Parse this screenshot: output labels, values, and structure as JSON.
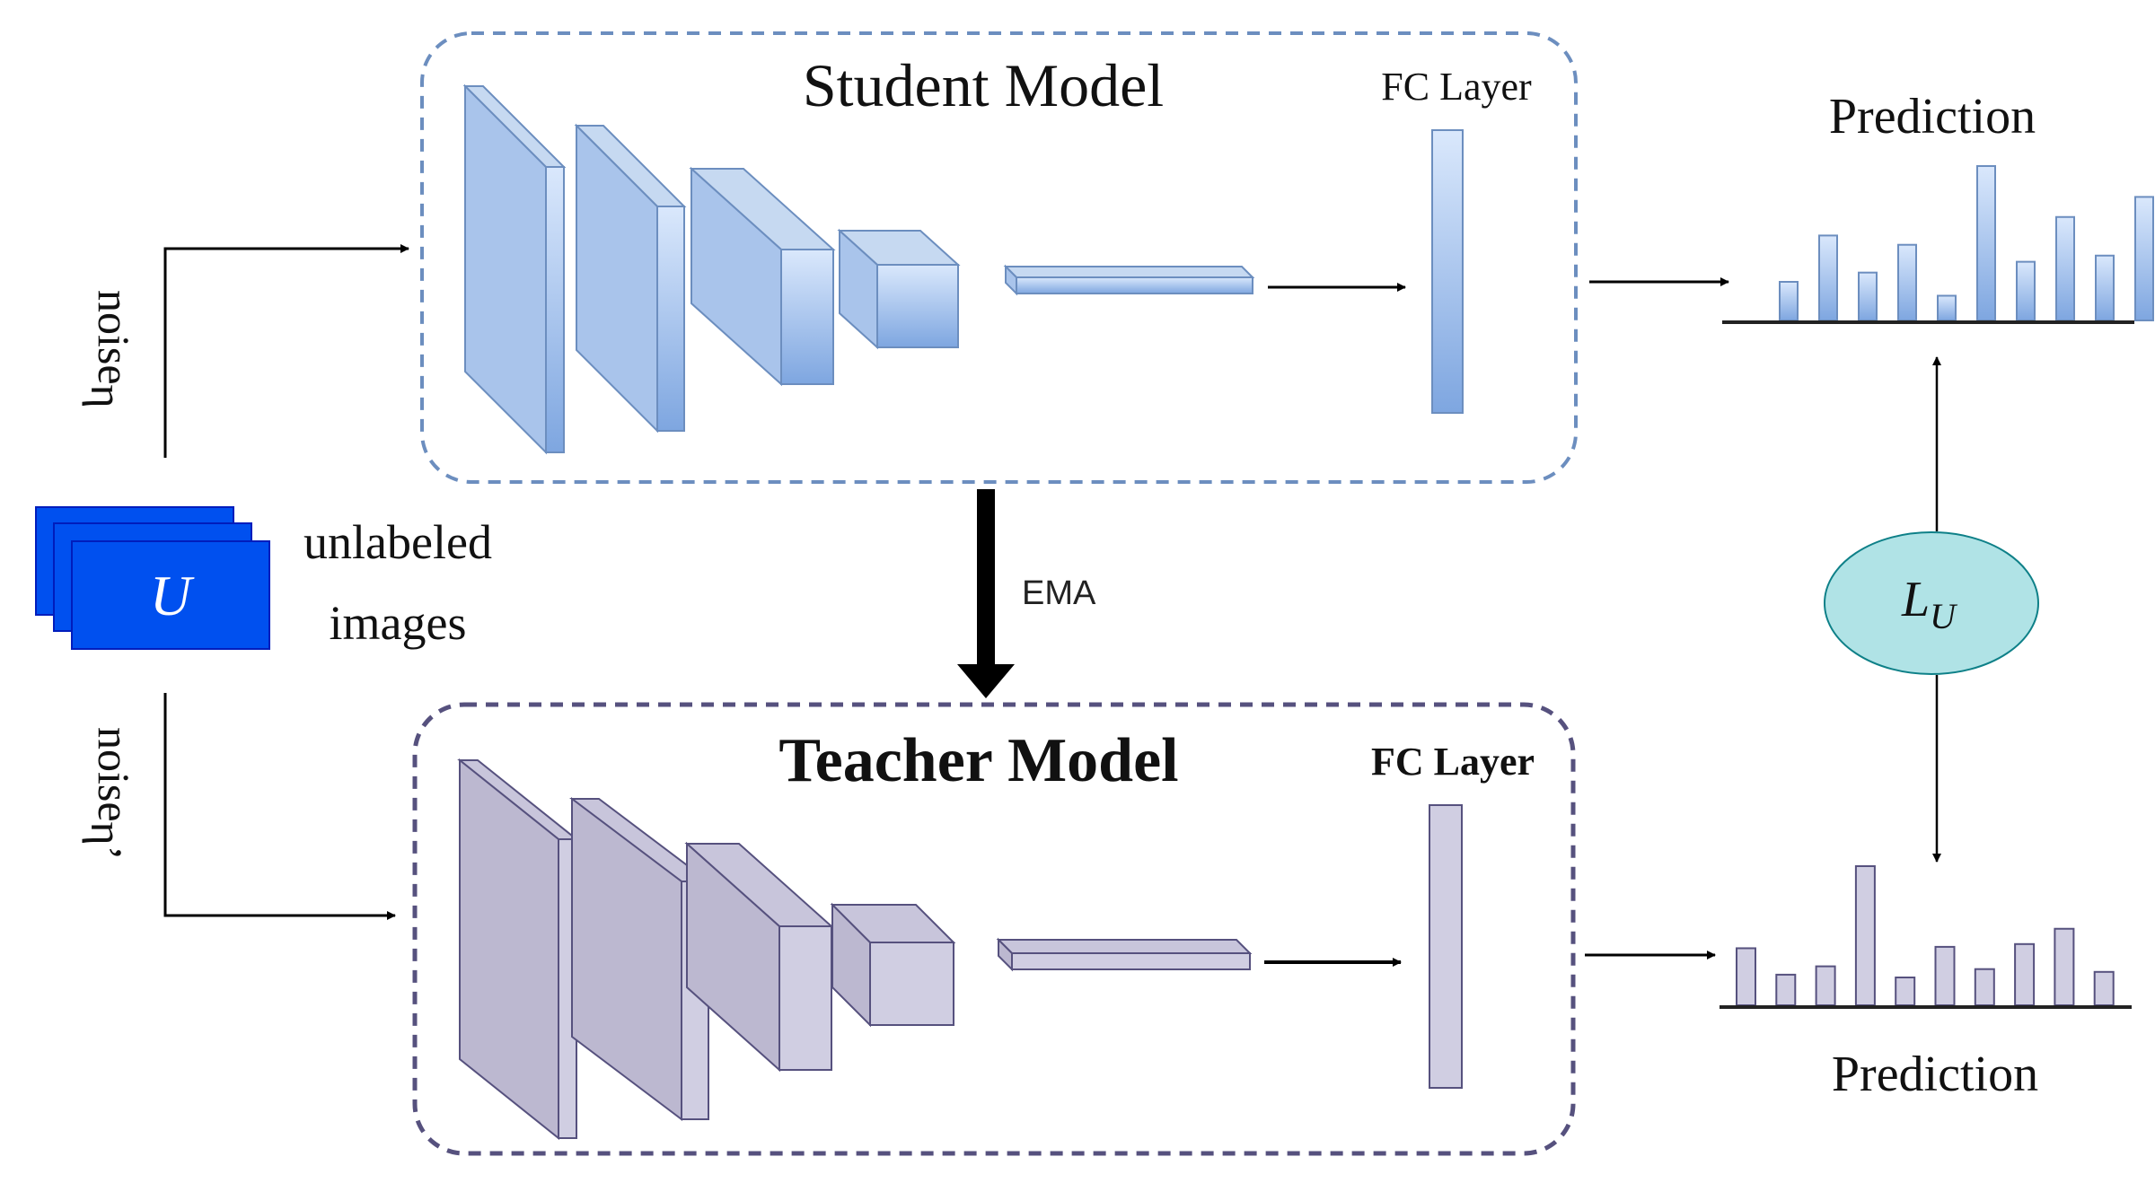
{
  "student": {
    "title": "Student Model",
    "fc_label": "FC Layer",
    "colors": {
      "stroke": "#6c8ebf",
      "frame": "#6c8ebf",
      "front_top": "#dae8fc",
      "front_bottom": "#7ea6e0",
      "side": "#a9c4eb",
      "top": "#c6d9f1"
    }
  },
  "teacher": {
    "title": "Teacher Model",
    "fc_label": "FC Layer",
    "colors": {
      "stroke": "#56517e",
      "frame": "#56517e",
      "front_top": "#d0cee2",
      "front_bottom": "#d0cee2",
      "side": "#bcb8d0",
      "top": "#c8c5db"
    }
  },
  "input": {
    "symbol": "U",
    "label_line1": "unlabeled",
    "label_line2": "images",
    "color": "#0050ef"
  },
  "noise_top": {
    "text": "noise",
    "symbol": "η"
  },
  "noise_bottom": {
    "text": "noise",
    "symbol": "η’"
  },
  "ema_label": "EMA",
  "loss": {
    "symbol": "L",
    "subscript": "U",
    "fill": "#b0e3e6",
    "stroke": "#0e8088"
  },
  "prediction_top": {
    "label": "Prediction",
    "bars": [
      0.25,
      0.55,
      0.31,
      0.49,
      0.16,
      1.0,
      0.38,
      0.67,
      0.42,
      0.8
    ]
  },
  "prediction_bottom": {
    "label": "Prediction",
    "bars": [
      0.41,
      0.22,
      0.28,
      1.0,
      0.2,
      0.42,
      0.26,
      0.44,
      0.55,
      0.24
    ]
  }
}
